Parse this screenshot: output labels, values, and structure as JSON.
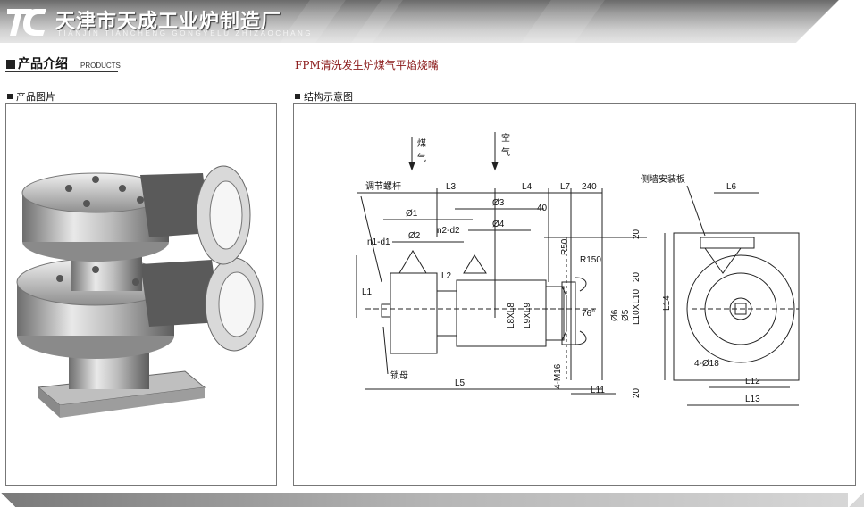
{
  "header": {
    "company_name": "天津市天成工业炉制造厂",
    "pinyin": "TIANJIN TIANCHENG GONGYELU ZHIZAOCHANG",
    "logo_icon": "tc-logo-icon"
  },
  "section": {
    "title_cn": "产品介绍",
    "title_en": "PRODUCTS"
  },
  "product": {
    "name": "FPM清洗发生炉煤气平焰烧嘴"
  },
  "left_panel": {
    "label": "产品图片"
  },
  "right_panel": {
    "label": "结构示意图",
    "diagram": {
      "inlet_gas": [
        "煤",
        "气"
      ],
      "inlet_air": [
        "空",
        "气"
      ],
      "rod_label": "调节螺杆",
      "nut_label": "锁母",
      "wall_plate_label": "侧墙安装板",
      "dim_L3": "L3",
      "dim_L4": "L4",
      "dim_L7": "L7",
      "dim_240": "240",
      "dim_L6": "L6",
      "dim_phi1": "Ø1",
      "dim_phi2": "Ø2",
      "dim_phi3": "Ø3",
      "dim_phi4": "Ø4",
      "dim_40": "40",
      "dim_nd1": "n1-d1",
      "dim_nd2": "n2-d2",
      "dim_R50": "R50",
      "dim_R150": "R150",
      "dim_L1": "L1",
      "dim_L2": "L2",
      "dim_L8L8": "L8XL8",
      "dim_L9L9": "L9XL9",
      "dim_76": "76°",
      "dim_phi6": "Ø6",
      "dim_phi5": "Ø5",
      "dim_L10L10": "L10XL10",
      "dim_20a": "20",
      "dim_20b": "20",
      "dim_20c": "20",
      "dim_L14": "L14",
      "dim_4M16": "4-M16",
      "dim_4phi18": "4-Ø18",
      "dim_L5": "L5",
      "dim_L11": "L11",
      "dim_L12": "L12",
      "dim_L13": "L13"
    }
  }
}
